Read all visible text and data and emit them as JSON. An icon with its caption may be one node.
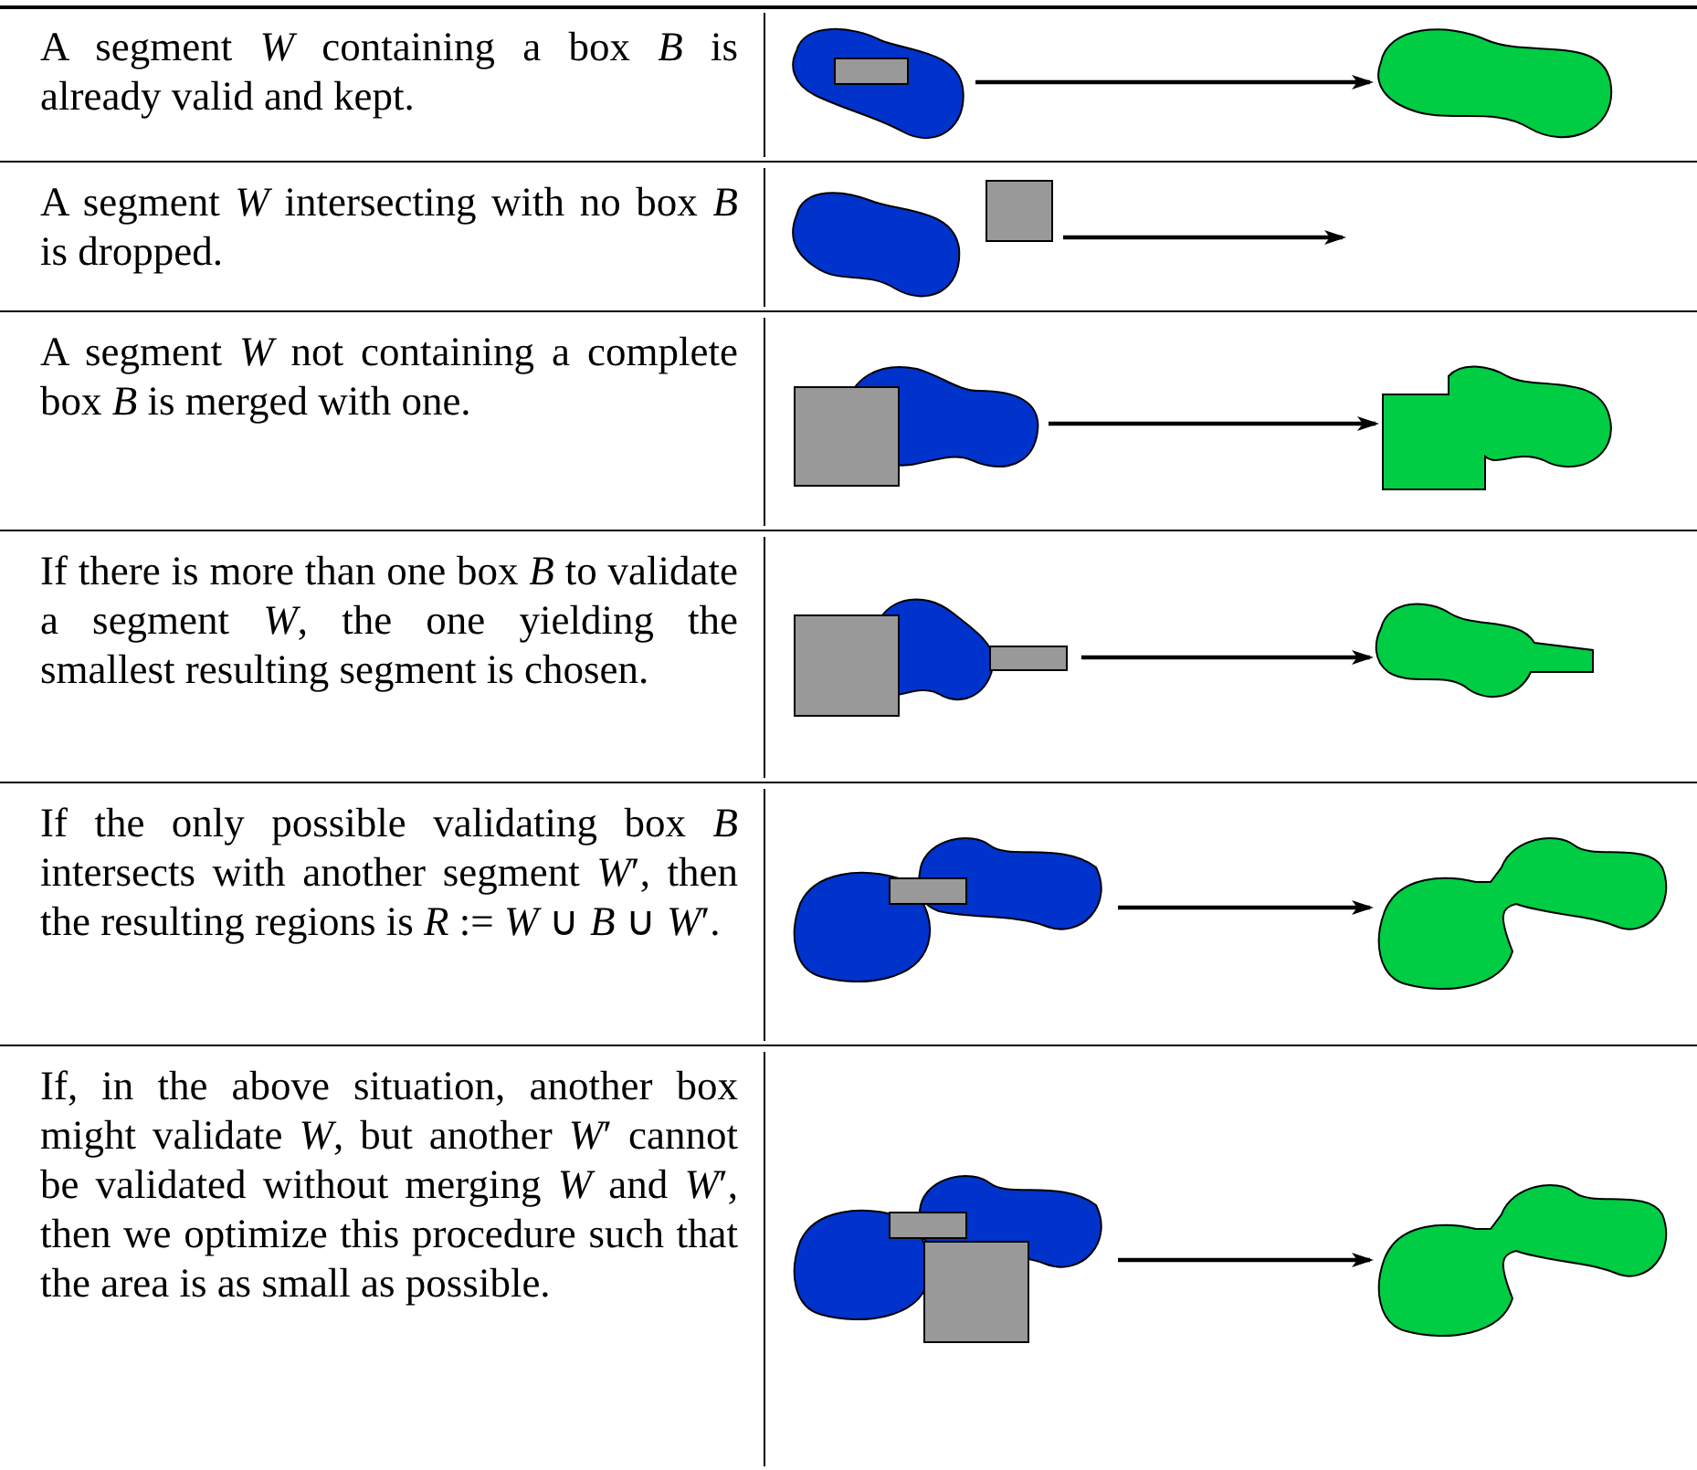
{
  "diagram": {
    "nodes": [
      {
        "text": [],
        "shape": "picture"
      },
      {
        "text": [],
        "shape": "picture"
      },
      {
        "text": [],
        "shape": "picture"
      },
      {
        "text": [],
        "shape": "picture"
      },
      {
        "text": [],
        "shape": "picture"
      },
      {
        "text": [],
        "shape": "picture"
      },
      {
        "text": [],
        "shape": "picture"
      },
      {
        "text": [],
        "shape": "picture"
      },
      {
        "text": [],
        "shape": "picture"
      },
      {
        "text": [],
        "shape": "picture"
      },
      {
        "text": [],
        "shape": "picture"
      }
    ],
    "edges": [
      {
        "from": 0,
        "to": 1,
        "arrow": "to"
      },
      {
        "from": 2,
        "to": null,
        "arrow": "to"
      },
      {
        "from": 3,
        "to": 4,
        "arrow": "to"
      },
      {
        "from": 5,
        "to": 6,
        "arrow": "to"
      },
      {
        "from": 7,
        "to": 8,
        "arrow": "to"
      },
      {
        "from": 9,
        "to": 10,
        "arrow": "to"
      }
    ],
    "labels": [
      "A segment *W* containing a box *B* is already valid and kept.",
      "A segment *W* intersecting with no box *B* is dropped.",
      "A segment *W* not containing a complete box *B* is merged with one.",
      "If there is more than one box *B* to validate a segment *W*, the one yielding the smallest resulting segment is chosen.",
      "If the only possible validating box *B* intersects with another segment *W*′, then the resulting regions is *R* := *W* ∪ *B* ∪ *W*′.",
      "If, in the above situation, another box might validate *W*, but another *W*′ cannot be validated without merging *W* and *W*′, then we optimize this procedure such that the area is as small as possible."
    ]
  }
}
